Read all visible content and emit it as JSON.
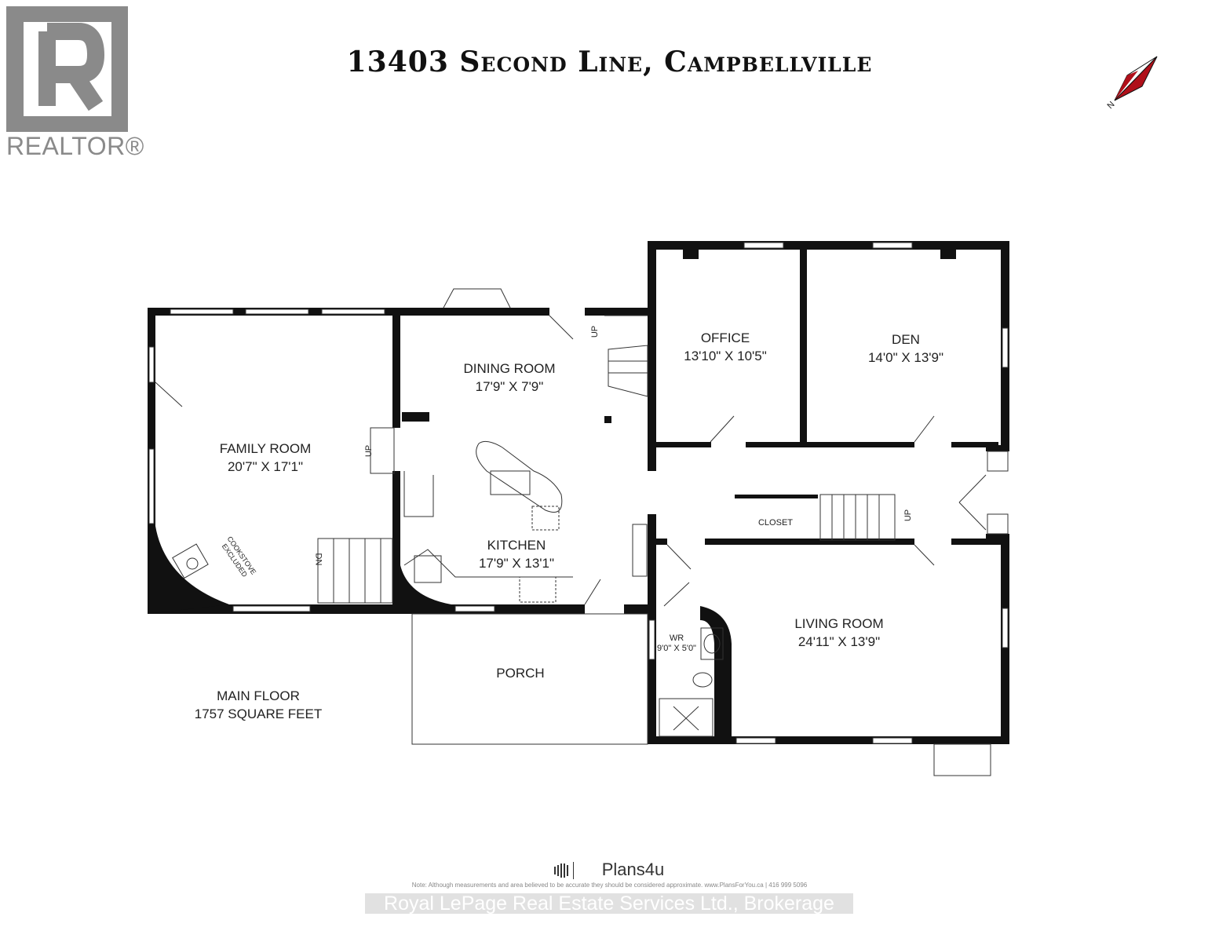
{
  "title": "13403 Second Line, Campbellville",
  "logo": {
    "realtor": "REALTOR®"
  },
  "compass": {
    "label": "N",
    "accent": "#b0101a"
  },
  "rooms": [
    {
      "name": "FAMILY ROOM",
      "size": "20'7\" X 17'1\""
    },
    {
      "name": "DINING ROOM",
      "size": "17'9\" X 7'9\""
    },
    {
      "name": "KITCHEN",
      "size": "17'9\" X 13'1\""
    },
    {
      "name": "OFFICE",
      "size": "13'10\" X 10'5\""
    },
    {
      "name": "DEN",
      "size": "14'0\" X 13'9\""
    },
    {
      "name": "LIVING ROOM",
      "size": "24'11\" X 13'9\""
    },
    {
      "name": "WR",
      "size": "9'0\" X 5'0\""
    },
    {
      "name": "PORCH",
      "size": ""
    }
  ],
  "labels": {
    "closet": "CLOSET",
    "up": "UP",
    "dn": "DN",
    "cookstove": "COOKSTOVE EXCLUDED"
  },
  "floor": {
    "name": "MAIN FLOOR",
    "area": "1757 SQUARE FEET"
  },
  "footer": {
    "brand": "Plans4u",
    "note": "Note: Although measurements and area believed to be accurate they should be considered approximate. www.PlansForYou.ca | 416 999 5096",
    "watermark": "Royal LePage Real Estate Services Ltd., Brokerage"
  }
}
